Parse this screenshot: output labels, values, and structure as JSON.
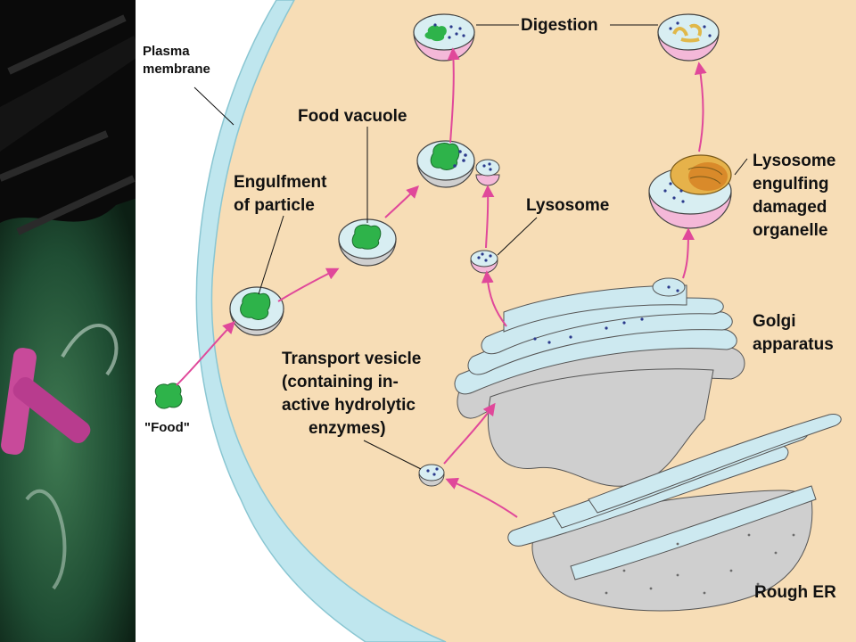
{
  "labels": {
    "plasma_membrane_1": "Plasma",
    "plasma_membrane_2": "membrane",
    "digestion": "Digestion",
    "food_vacuole": "Food vacuole",
    "engulfment_1": "Engulfment",
    "engulfment_2": "of particle",
    "lysosome": "Lysosome",
    "lysosome_engulfing_1": "Lysosome",
    "lysosome_engulfing_2": "engulfing",
    "lysosome_engulfing_3": "damaged",
    "lysosome_engulfing_4": "organelle",
    "golgi_1": "Golgi",
    "golgi_2": "apparatus",
    "transport_1": "Transport vesicle",
    "transport_2": "(containing in-",
    "transport_3": "active hydrolytic",
    "transport_4": "enzymes)",
    "food": "\"Food\"",
    "rough_er": "Rough ER"
  },
  "colors": {
    "cytoplasm": "#f7ddb6",
    "membrane_fluid": "#bfe6ee",
    "arrow": "#e0489a",
    "lysosome_pink": "#f4b8d8",
    "vesicle_top": "#d8eef2",
    "organelle_gray": "#cfcfcf",
    "food_green": "#2eb34a",
    "enzyme_dot": "#2b3a8c"
  }
}
